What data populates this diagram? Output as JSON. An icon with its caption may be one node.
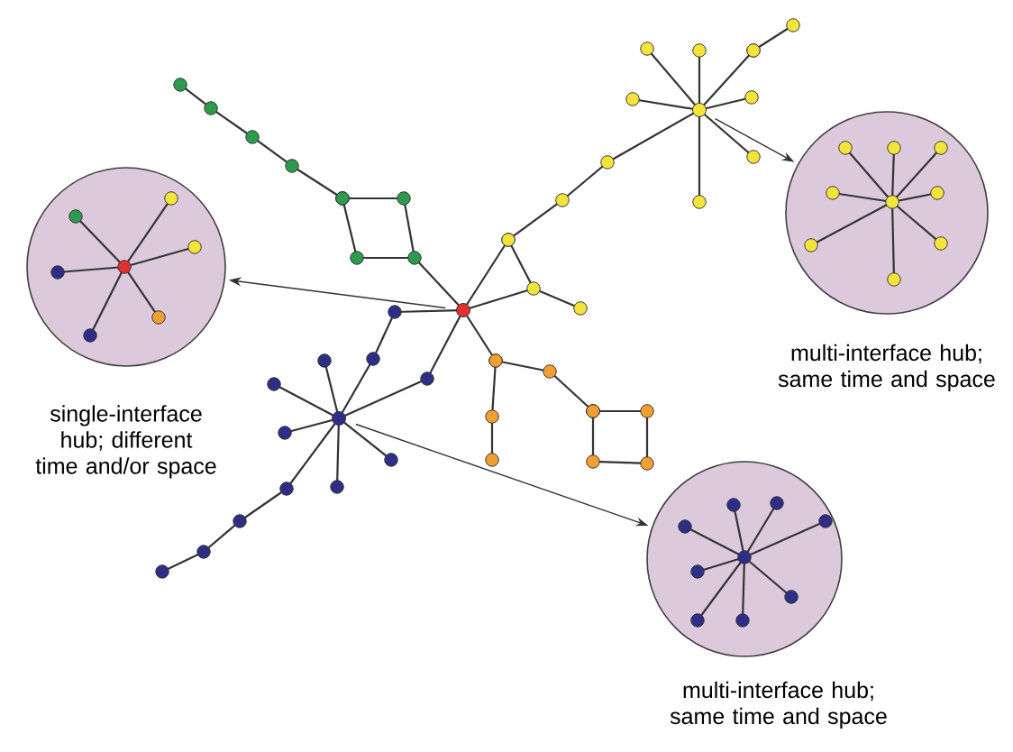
{
  "diagram": {
    "nodes": [
      {
        "text": [],
        "shape": "circle",
        "beside": [
          "single-interface hub; different time and/or space"
        ]
      },
      {
        "text": [],
        "shape": "circle",
        "beside": [
          "multi-interface hub; same time and space"
        ]
      },
      {
        "text": [],
        "shape": "circle",
        "beside": [
          "multi-interface hub; same time and space"
        ]
      },
      {
        "text": [],
        "shape": "circle"
      },
      {
        "text": [],
        "shape": "circle"
      },
      {
        "text": [],
        "shape": "circle"
      }
    ],
    "edges": [
      {
        "from": 3,
        "to": 0,
        "arrow": "to"
      },
      {
        "from": 4,
        "to": 1,
        "arrow": "to"
      },
      {
        "from": 5,
        "to": 2,
        "arrow": "to"
      }
    ]
  }
}
